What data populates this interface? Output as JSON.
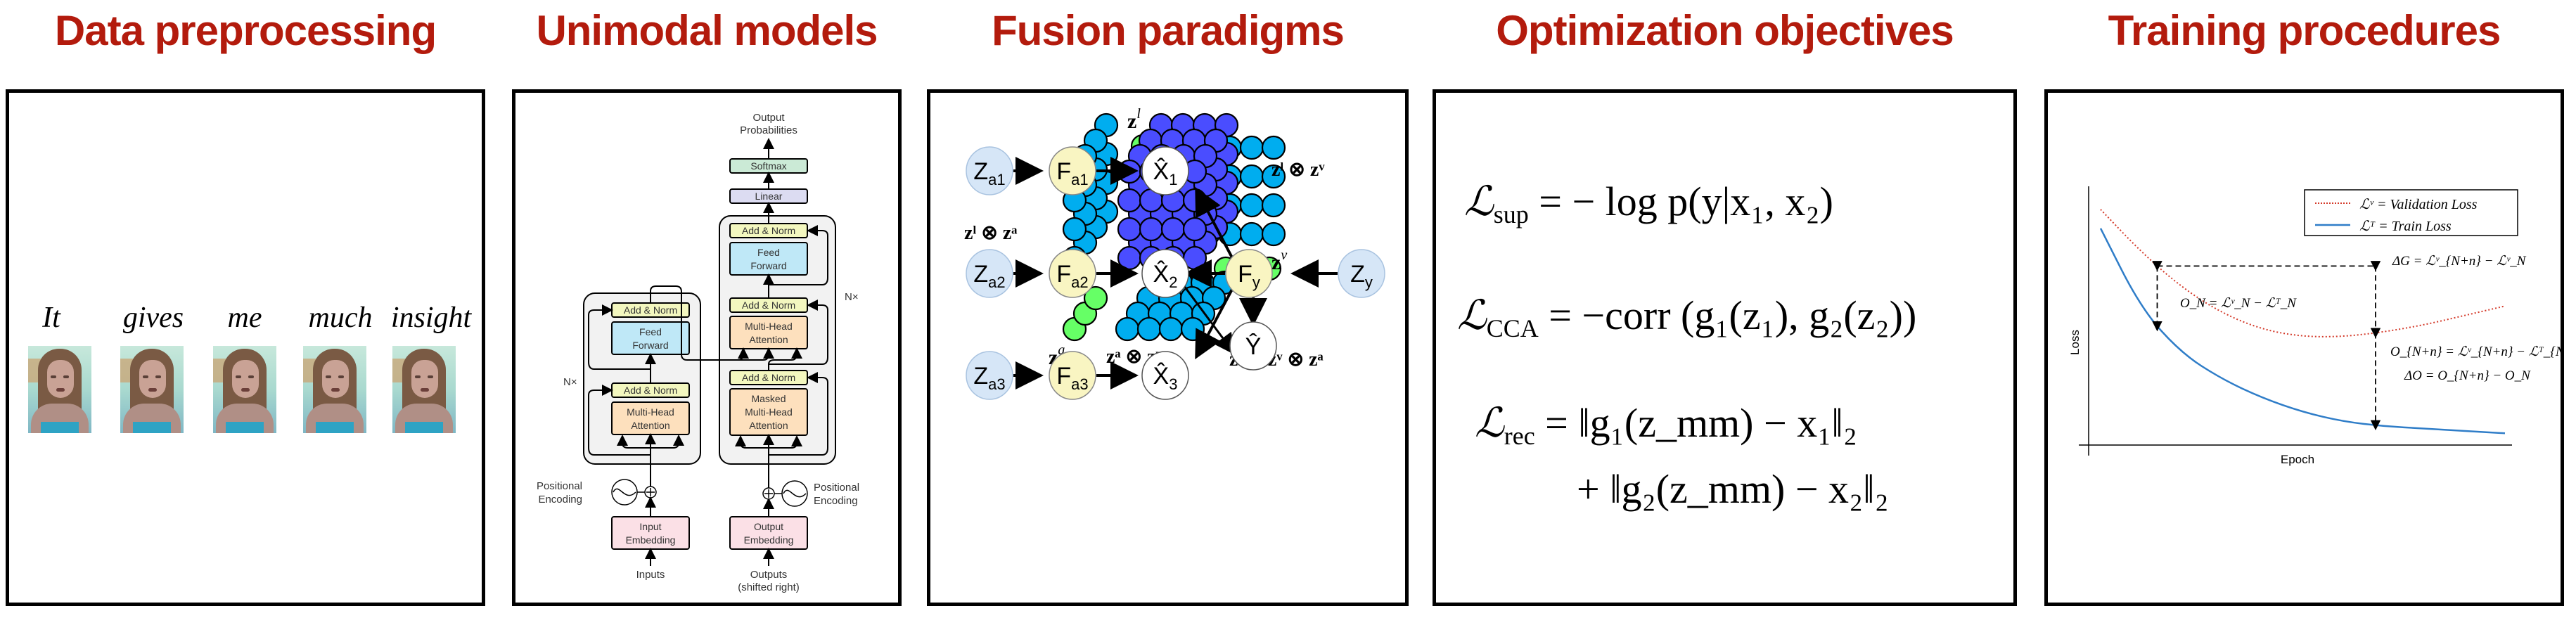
{
  "headers": [
    "Data preprocessing",
    "Unimodal models",
    "Fusion paradigms",
    "Optimization objectives",
    "Training procedures"
  ],
  "colors": {
    "header_red": "#b31b0d",
    "add_norm": "#f3f7bf",
    "feed_forward": "#bfe8f7",
    "attention": "#fde0bd",
    "embedding": "#fbe0e6",
    "linear": "#dcdcf2",
    "softmax": "#cbead6",
    "block_bg": "#f2f2f2",
    "tensor_cyan": "#00adef",
    "tensor_blue": "#4a4dff",
    "tensor_green": "#66ff66",
    "node_blue": "#d6e6f7",
    "node_yellow": "#f9f5c2",
    "val_loss": "#d43a2a",
    "train_loss": "#2f7dc8"
  },
  "data_preprocessing": {
    "words": [
      "It",
      "gives",
      "me",
      "much",
      "insight"
    ]
  },
  "unimodal": {
    "output_probabilities": [
      "Output",
      "Probabilities"
    ],
    "softmax": "Softmax",
    "linear": "Linear",
    "add_norm": "Add & Norm",
    "feed_forward": [
      "Feed",
      "Forward"
    ],
    "multi_head_attention": [
      "Multi-Head",
      "Attention"
    ],
    "masked_attention": [
      "Masked",
      "Multi-Head",
      "Attention"
    ],
    "nx": "N×",
    "positional_encoding": [
      "Positional",
      "Encoding"
    ],
    "input_embedding": [
      "Input",
      "Embedding"
    ],
    "output_embedding": [
      "Output",
      "Embedding"
    ],
    "inputs": "Inputs",
    "outputs": [
      "Outputs",
      "(shifted right)"
    ]
  },
  "fusion": {
    "tensor_labels": {
      "zl": "z",
      "zl_sup": "l",
      "zv": "z",
      "zv_sup": "v",
      "za": "z",
      "za_sup": "a",
      "zl_zv": "zˡ ⊗ zᵛ",
      "zl_za": "zˡ ⊗ zᵃ",
      "za_zv": "zᵃ ⊗ zᵛ",
      "zl_zv_za": "zˡ ⊗ zᵛ ⊗ zᵃ"
    },
    "graph_nodes": {
      "z_nodes": [
        [
          "Z",
          "a1"
        ],
        [
          "Z",
          "a2"
        ],
        [
          "Z",
          "a3"
        ]
      ],
      "f_nodes": [
        [
          "F",
          "a1"
        ],
        [
          "F",
          "a2"
        ],
        [
          "F",
          "a3"
        ]
      ],
      "x_hat_nodes": [
        [
          "X̂",
          "1"
        ],
        [
          "X̂",
          "2"
        ],
        [
          "X̂",
          "3"
        ]
      ],
      "fy": [
        "F",
        "y"
      ],
      "zy": [
        "Z",
        "y"
      ],
      "y_hat": "Ŷ"
    }
  },
  "objectives": {
    "sup": {
      "L": "ℒ",
      "sub": "sup",
      "rhs": "= − log p(y|x₁, x₂)"
    },
    "cca": {
      "L": "ℒ",
      "sub": "CCA",
      "rhs": "= −corr (g₁(z₁), g₂(z₂))"
    },
    "rec": {
      "L": "ℒ",
      "sub": "rec",
      "rhs1": "= ‖g₁(z_mm) − x₁‖₂",
      "rhs2": "+ ‖g₂(z_mm) − x₂‖₂"
    }
  },
  "chart_data": {
    "type": "line",
    "title": "",
    "xlabel": "Epoch",
    "ylabel": "Loss",
    "grid": false,
    "legend_position": "top-right",
    "legend": [
      "ℒᵛ = Validation Loss",
      "ℒᵀ = Train Loss"
    ],
    "series": [
      {
        "name": "Validation Loss",
        "style": "dotted",
        "x": [
          0,
          0.1,
          0.2,
          0.3,
          0.4,
          0.5,
          0.6,
          0.7,
          0.8,
          0.9,
          1.0
        ],
        "y": [
          1.0,
          0.82,
          0.67,
          0.56,
          0.49,
          0.46,
          0.46,
          0.48,
          0.51,
          0.55,
          0.59
        ]
      },
      {
        "name": "Train Loss",
        "style": "solid",
        "x": [
          0,
          0.1,
          0.2,
          0.3,
          0.4,
          0.5,
          0.6,
          0.7,
          0.8,
          0.9,
          1.0
        ],
        "y": [
          0.92,
          0.58,
          0.39,
          0.28,
          0.2,
          0.14,
          0.1,
          0.08,
          0.07,
          0.06,
          0.05
        ]
      }
    ],
    "xlim": [
      0,
      1
    ],
    "ylim": [
      0,
      1.1
    ],
    "markers": {
      "N": 0.14,
      "N_plus_n": 0.68
    },
    "annotations": [
      "O_N = ℒᵛ_N − ℒᵀ_N",
      "ΔG = ℒᵛ_{N+n} − ℒᵛ_N",
      "O_{N+n} = ℒᵛ_{N+n} − ℒᵀ_{N+n}",
      "ΔO = O_{N+n} − O_N"
    ]
  }
}
